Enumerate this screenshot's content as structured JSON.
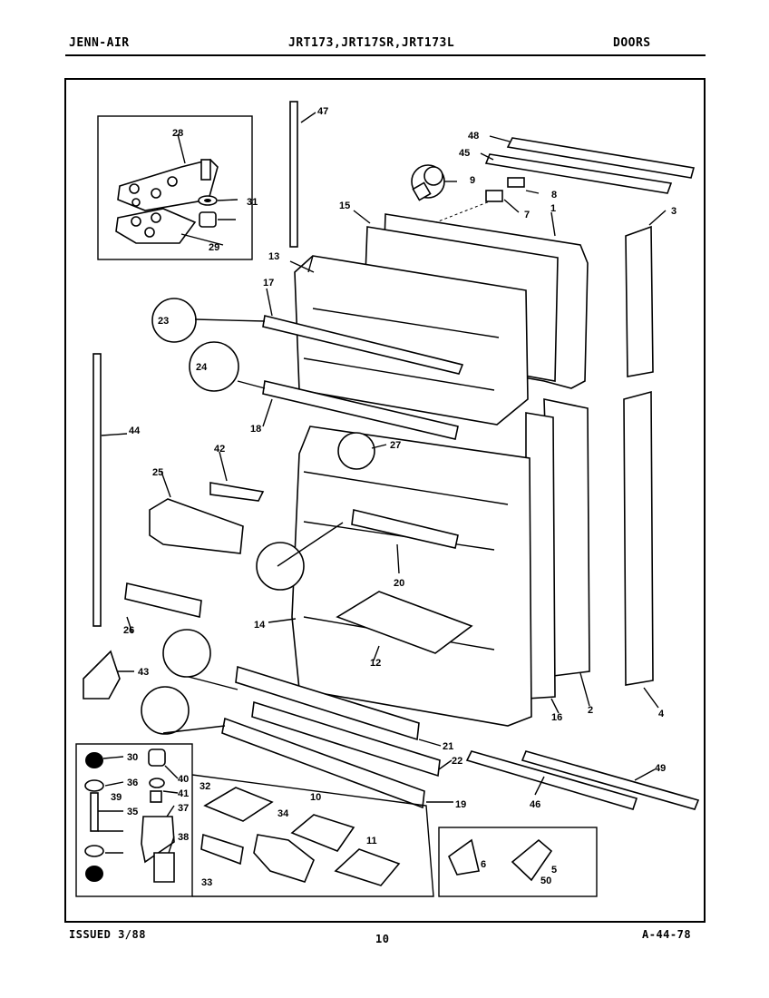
{
  "header": {
    "brand": "JENN-AIR",
    "models": "JRT173,JRT17SR,JRT173L",
    "section": "DOORS"
  },
  "footer": {
    "issued": "ISSUED 3/88",
    "page": "10",
    "code": "A-44-78"
  },
  "callouts": [
    "1",
    "2",
    "3",
    "4",
    "5",
    "6",
    "7",
    "8",
    "9",
    "10",
    "11",
    "12",
    "13",
    "14",
    "15",
    "16",
    "17",
    "18",
    "19",
    "20",
    "21",
    "22",
    "23",
    "24",
    "25",
    "26",
    "27",
    "28",
    "29",
    "30",
    "31",
    "33",
    "32",
    "34",
    "35",
    "36",
    "37",
    "38",
    "39",
    "40",
    "41",
    "42",
    "43",
    "44",
    "45",
    "46",
    "47",
    "48",
    "49",
    "50"
  ]
}
